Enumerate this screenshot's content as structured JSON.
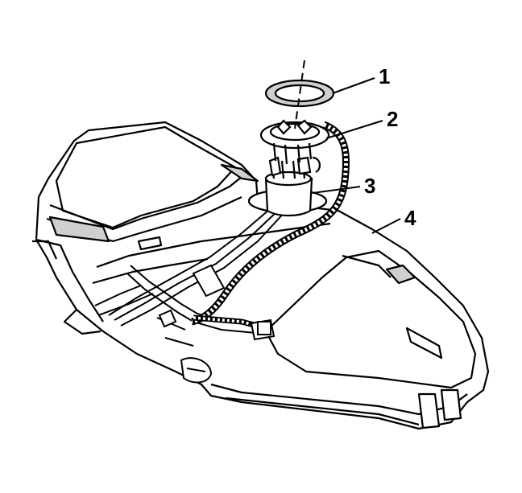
{
  "diagram": {
    "callouts": [
      {
        "label": "1"
      },
      {
        "label": "2"
      },
      {
        "label": "3"
      },
      {
        "label": "4"
      }
    ],
    "colors": {
      "ink": "#000000",
      "fill": "#ffffff",
      "shade": "#cfcfcf"
    }
  }
}
